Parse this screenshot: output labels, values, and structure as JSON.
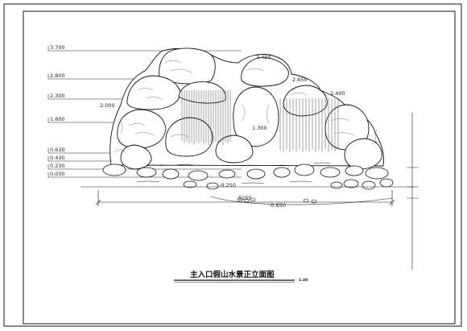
{
  "drawing": {
    "title": "主入口假山水景正立面图",
    "scale": "1:30",
    "overall_width": "8250",
    "levels_left": [
      "3.700",
      "2.800",
      "2.300",
      "1.600",
      "0.630",
      "0.430",
      "0.230",
      "0.030"
    ],
    "levels_on_rocks": [
      "3.450",
      "2.650",
      "2.400",
      "2.000",
      "1.300"
    ],
    "water_levels": [
      "-0.250",
      "-0.650"
    ]
  }
}
